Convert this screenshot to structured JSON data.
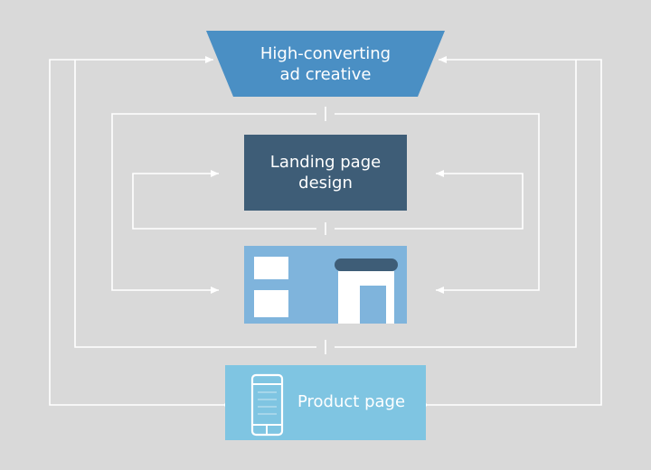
{
  "diagram": {
    "nodes": {
      "ad_creative": {
        "label_line1": "High-converting",
        "label_line2": "ad creative",
        "color": "#4a8fc4",
        "shape": "inverted-trapezoid"
      },
      "landing_page_design": {
        "label_line1": "Landing page",
        "label_line2": "design",
        "color": "#3e5d77",
        "shape": "rectangle"
      },
      "page_layout": {
        "color": "#7fb4dc",
        "icon": "page-layout-icon"
      },
      "product_page": {
        "label": "Product page",
        "color": "#7fc5e2",
        "icon": "mobile-phone-icon"
      }
    },
    "connector_color": "#ffffff"
  }
}
